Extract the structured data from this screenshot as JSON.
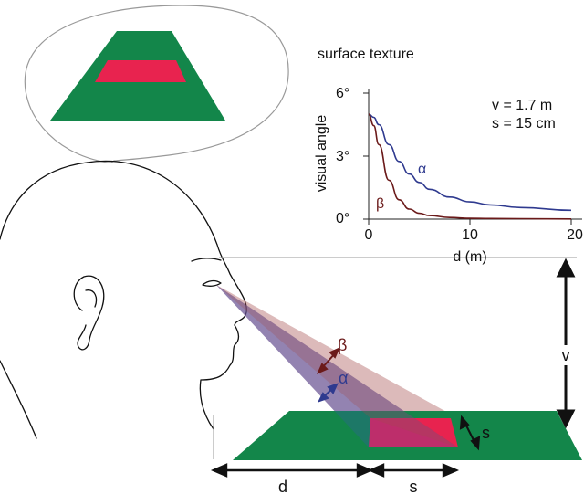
{
  "colors": {
    "ground": "#13864a",
    "patch": "#e8234f",
    "alpha": "#2f3a8f",
    "beta": "#6b1a1a",
    "outline": "#111111",
    "axis": "#222222",
    "bubble": "#999999"
  },
  "inset": {
    "title": "surface texture",
    "ylabel": "visual angle",
    "xlabel": "d (m)",
    "yticks": [
      "0°",
      "3°",
      "6°"
    ],
    "xticks": [
      "0",
      "10",
      "20"
    ],
    "param_v": "v = 1.7 m",
    "param_s": "s = 15 cm",
    "series_alpha": "α",
    "series_beta": "β"
  },
  "labels": {
    "alpha": "α",
    "beta": "β",
    "v": "v",
    "s_depth": "s",
    "d": "d",
    "s_ground": "s"
  },
  "chart_data": {
    "type": "line",
    "title": "surface texture",
    "xlabel": "d (m)",
    "ylabel": "visual angle",
    "xlim": [
      0,
      20
    ],
    "ylim": [
      0,
      6
    ],
    "yunit": "degrees",
    "params": {
      "v_m": 1.7,
      "s_cm": 15
    },
    "series": [
      {
        "name": "α",
        "x": [
          0,
          0.5,
          1,
          2,
          3,
          4,
          5,
          6,
          8,
          10,
          12,
          15,
          20
        ],
        "y": [
          5.0,
          4.85,
          4.5,
          3.55,
          2.75,
          2.15,
          1.75,
          1.42,
          1.05,
          0.82,
          0.68,
          0.55,
          0.42
        ]
      },
      {
        "name": "β",
        "x": [
          0,
          0.5,
          1,
          2,
          3,
          4,
          5,
          6,
          8,
          10,
          12,
          15,
          20
        ],
        "y": [
          5.0,
          4.45,
          3.55,
          1.85,
          0.92,
          0.48,
          0.28,
          0.17,
          0.08,
          0.04,
          0.03,
          0.02,
          0.01
        ]
      }
    ]
  }
}
